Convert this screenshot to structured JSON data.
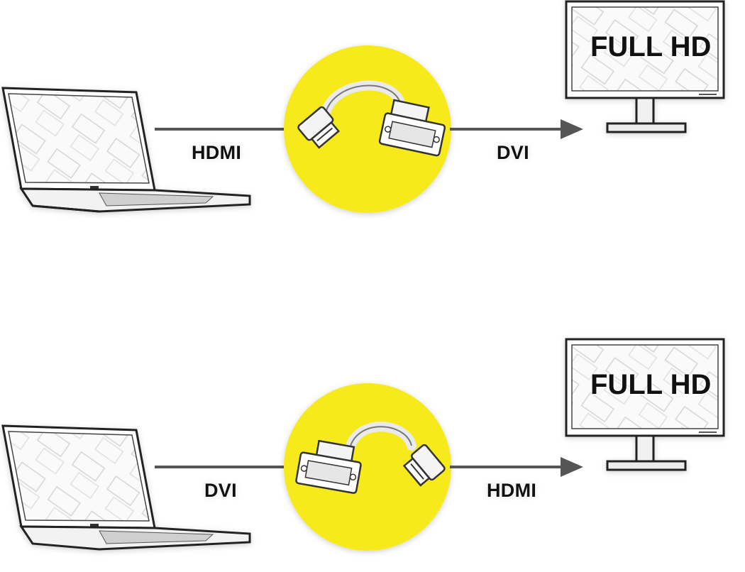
{
  "rows": [
    {
      "input_label": "HDMI",
      "output_label": "DVI",
      "adapter": "hdmi-to-dvi",
      "monitor_text": "FULL HD"
    },
    {
      "input_label": "DVI",
      "output_label": "HDMI",
      "adapter": "dvi-to-hdmi",
      "monitor_text": "FULL HD"
    }
  ],
  "colors": {
    "circle": "#f7ea1a",
    "line": "#555555",
    "device": "#222222"
  },
  "icons": [
    "laptop-icon",
    "hdmi-connector-icon",
    "dvi-connector-icon",
    "monitor-icon",
    "arrow-icon"
  ]
}
